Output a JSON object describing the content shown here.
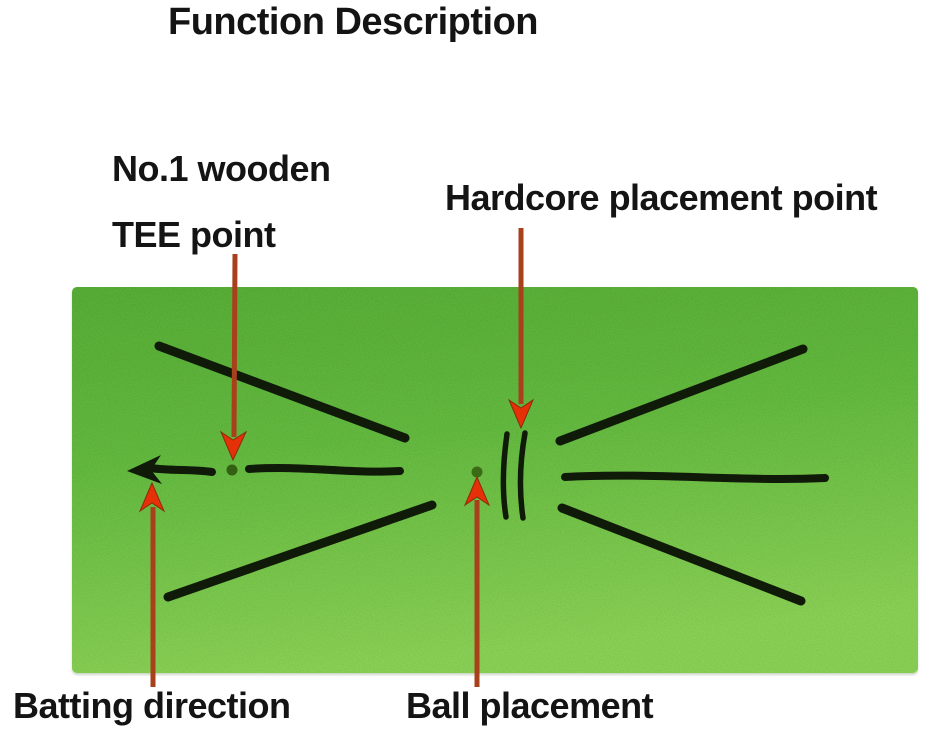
{
  "title": "Function Description",
  "labels": {
    "tee": {
      "line1": "No.1 wooden",
      "line2": "TEE point"
    },
    "hardcore": {
      "text": "Hardcore placement point"
    },
    "batting": {
      "text": "Batting direction"
    },
    "ball": {
      "text": "Ball placement"
    }
  },
  "colors": {
    "mat_green_top": "#4da42f",
    "mat_green_mid": "#5cb33a",
    "mat_green_bottom": "#8ccf55",
    "marking_black": "#101a08",
    "arrow_shaft_red": "#a8401c",
    "arrow_head_red": "#e53008",
    "tee_dot_green": "#356013",
    "ball_dot_green": "#3c6b16",
    "text_black": "#141414",
    "background": "#ffffff"
  },
  "mat_markings": [
    "batting-direction-arrow-marking",
    "tee-point-dot-marking",
    "ball-placement-dot-marking",
    "hardcore-placement-double-line-marking",
    "top-left-alignment-line",
    "bottom-left-alignment-line",
    "top-right-alignment-line",
    "right-horizontal-alignment-line",
    "bottom-right-alignment-line"
  ],
  "annotation_arrows": [
    "tee-point-pointer-arrow",
    "hardcore-placement-pointer-arrow",
    "batting-direction-pointer-arrow",
    "ball-placement-pointer-arrow"
  ]
}
